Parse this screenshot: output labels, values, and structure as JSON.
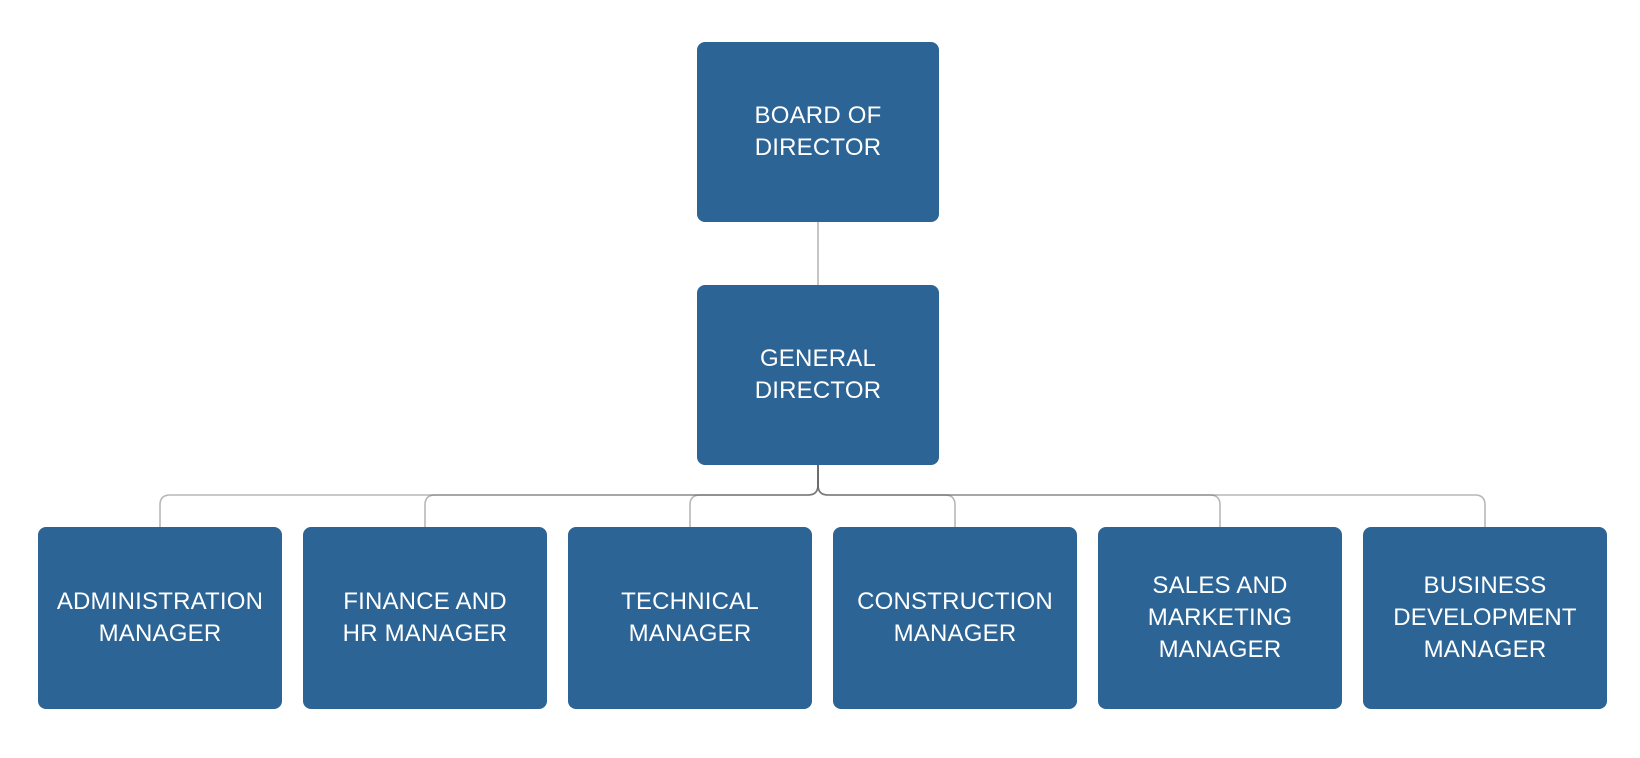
{
  "diagram": {
    "type": "org-chart",
    "background": "#ffffff"
  },
  "colors": {
    "node_fill": "#2c6495",
    "node_text": "#ffffff",
    "connector": "rgba(96,96,96,0.45)"
  },
  "nodes": [
    {
      "id": "board-of-director",
      "label": "BOARD OF\nDIRECTOR"
    },
    {
      "id": "general-director",
      "label": "GENERAL\nDIRECTOR"
    },
    {
      "id": "administration-manager",
      "label": "ADMINISTRATION\nMANAGER"
    },
    {
      "id": "finance-and-hr-manager",
      "label": "FINANCE AND\nHR MANAGER"
    },
    {
      "id": "technical-manager",
      "label": "TECHNICAL\nMANAGER"
    },
    {
      "id": "construction-manager",
      "label": "CONSTRUCTION\nMANAGER"
    },
    {
      "id": "sales-and-marketing-manager",
      "label": "SALES AND\nMARKETING\nMANAGER"
    },
    {
      "id": "business-development-manager",
      "label": "BUSINESS\nDEVELOPMENT\nMANAGER"
    }
  ],
  "edges": [
    {
      "from": "board-of-director",
      "to": "general-director"
    },
    {
      "from": "general-director",
      "to": "administration-manager"
    },
    {
      "from": "general-director",
      "to": "finance-and-hr-manager"
    },
    {
      "from": "general-director",
      "to": "technical-manager"
    },
    {
      "from": "general-director",
      "to": "construction-manager"
    },
    {
      "from": "general-director",
      "to": "sales-and-marketing-manager"
    },
    {
      "from": "general-director",
      "to": "business-development-manager"
    }
  ]
}
